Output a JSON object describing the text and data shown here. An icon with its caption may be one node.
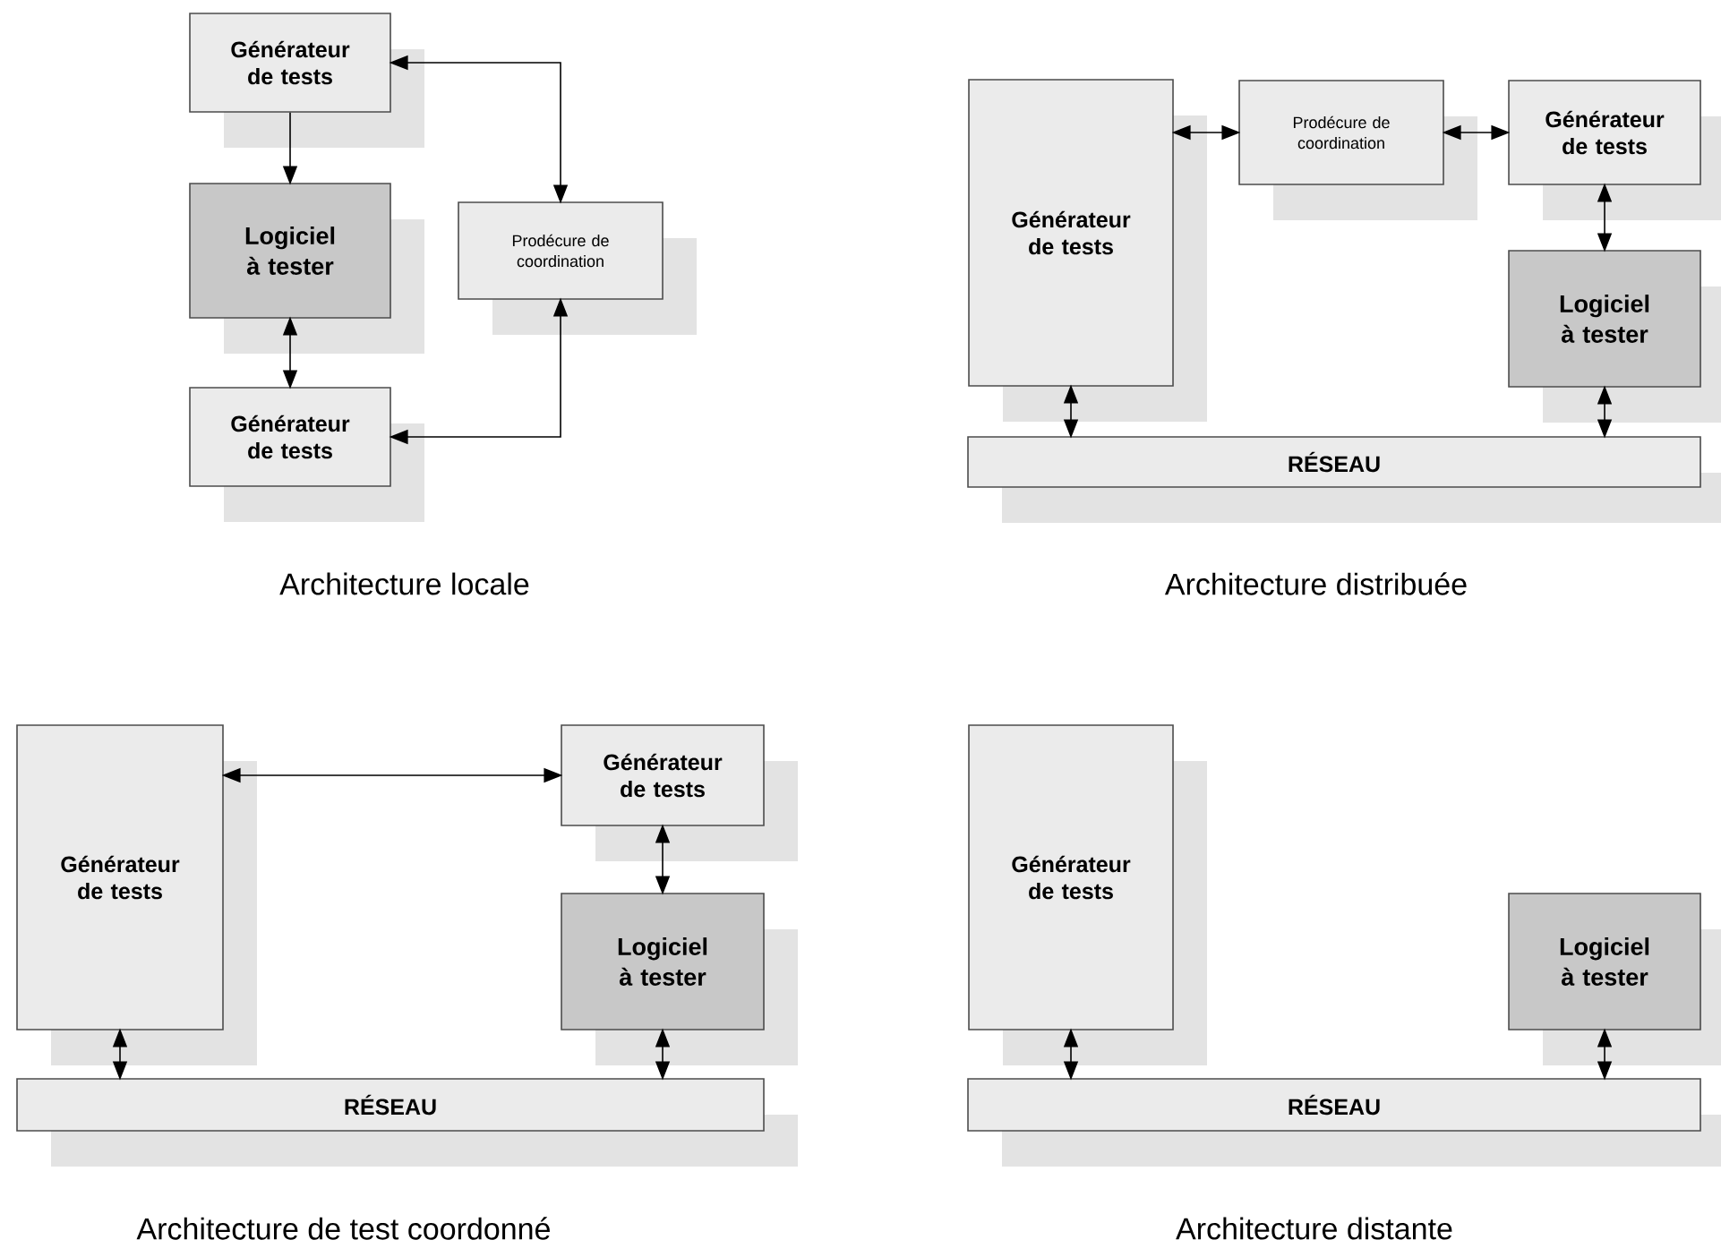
{
  "diagram": {
    "nodes": [
      {
        "text": [
          "Générateur de tests"
        ]
      },
      {
        "text": [
          "Logiciel à tester"
        ]
      },
      {
        "text": [
          "Générateur de tests"
        ]
      },
      {
        "text": [
          "Prodécure de coordination"
        ]
      },
      {
        "text": [
          "Générateur de tests"
        ]
      },
      {
        "text": [
          "Prodécure de coordination"
        ]
      },
      {
        "text": [
          "Générateur de tests"
        ]
      },
      {
        "text": [
          "Logiciel à tester"
        ]
      },
      {
        "text": [
          "RÉSEAU"
        ]
      },
      {
        "text": [
          "Générateur de tests"
        ]
      },
      {
        "text": [
          "Générateur de tests"
        ]
      },
      {
        "text": [
          "Logiciel à tester"
        ]
      },
      {
        "text": [
          "RÉSEAU"
        ]
      },
      {
        "text": [
          "Générateur de tests"
        ]
      },
      {
        "text": [
          "Logiciel à tester"
        ]
      },
      {
        "text": [
          "RÉSEAU"
        ]
      }
    ],
    "edges": [
      {
        "from": 0,
        "to": 1,
        "arrow": "to"
      },
      {
        "from": 1,
        "to": 2,
        "arrow": "both"
      },
      {
        "from": 3,
        "to": 0,
        "arrow": "both"
      },
      {
        "from": 3,
        "to": 2,
        "arrow": "both"
      },
      {
        "from": 4,
        "to": 5,
        "arrow": "both"
      },
      {
        "from": 5,
        "to": 6,
        "arrow": "both"
      },
      {
        "from": 6,
        "to": 7,
        "arrow": "both"
      },
      {
        "from": 4,
        "to": 8,
        "arrow": "both"
      },
      {
        "from": 7,
        "to": 8,
        "arrow": "both"
      },
      {
        "from": 9,
        "to": 10,
        "arrow": "both"
      },
      {
        "from": 10,
        "to": 11,
        "arrow": "both"
      },
      {
        "from": 9,
        "to": 12,
        "arrow": "both"
      },
      {
        "from": 11,
        "to": 12,
        "arrow": "both"
      },
      {
        "from": 13,
        "to": 15,
        "arrow": "both"
      },
      {
        "from": 14,
        "to": 15,
        "arrow": "both"
      }
    ],
    "labels": [
      "Architecture locale",
      "Architecture distribuée",
      "Architecture de test coordonné",
      "Architecture distante"
    ]
  }
}
